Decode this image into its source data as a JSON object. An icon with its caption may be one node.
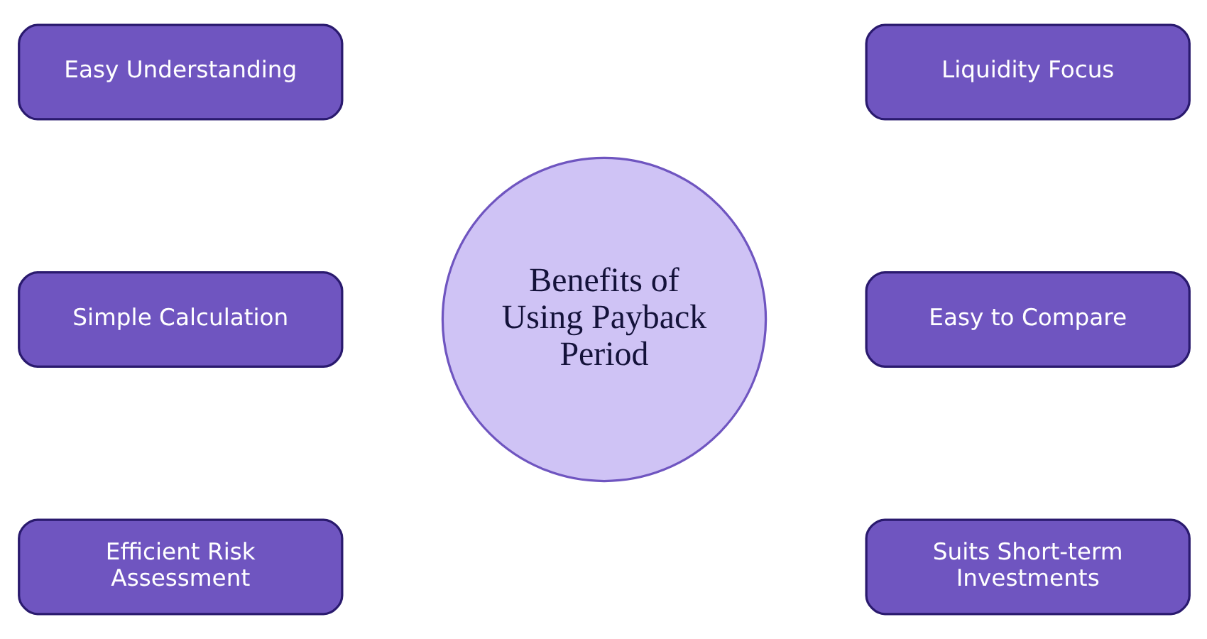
{
  "diagram": {
    "nodes": [
      {
        "text": [
          "Easy Understanding"
        ]
      },
      {
        "text": [
          "Simple Calculation"
        ]
      },
      {
        "text": [
          "Efficient Risk Assessment"
        ]
      },
      {
        "text": [
          "Benefits of Using Payback Period"
        ]
      },
      {
        "text": [
          "Liquidity Focus"
        ]
      },
      {
        "text": [
          "Easy to Compare"
        ]
      },
      {
        "text": [
          "Suits Short-term Investments"
        ]
      }
    ],
    "edges": []
  }
}
